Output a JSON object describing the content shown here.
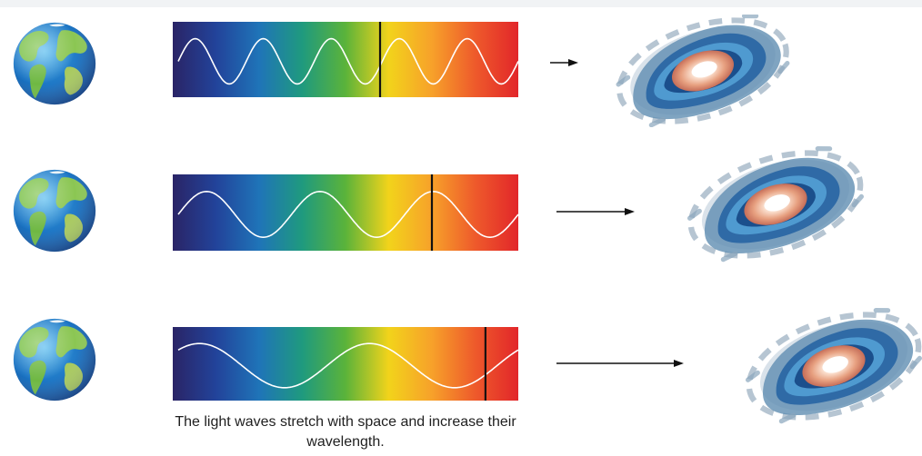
{
  "caption": "The light waves stretch with space and increase their wavelength.",
  "rows": [
    {
      "earth_icon": "earth-icon",
      "spectrum_line_fraction": 0.6,
      "wave_cycles": 5.0,
      "galaxy_icon": "spiral-galaxy-icon"
    },
    {
      "earth_icon": "earth-icon",
      "spectrum_line_fraction": 0.75,
      "wave_cycles": 3.0,
      "galaxy_icon": "spiral-galaxy-icon"
    },
    {
      "earth_icon": "earth-icon",
      "spectrum_line_fraction": 0.905,
      "wave_cycles": 2.0,
      "galaxy_icon": "spiral-galaxy-icon"
    }
  ],
  "colors": {
    "spectrum": [
      "#2a2466",
      "#22439a",
      "#1f74b8",
      "#1f9a7e",
      "#5bb33a",
      "#f2d31b",
      "#f7a12a",
      "#ee5a2b",
      "#e2262a"
    ],
    "wave": "#ffffff",
    "line": "#111111"
  }
}
